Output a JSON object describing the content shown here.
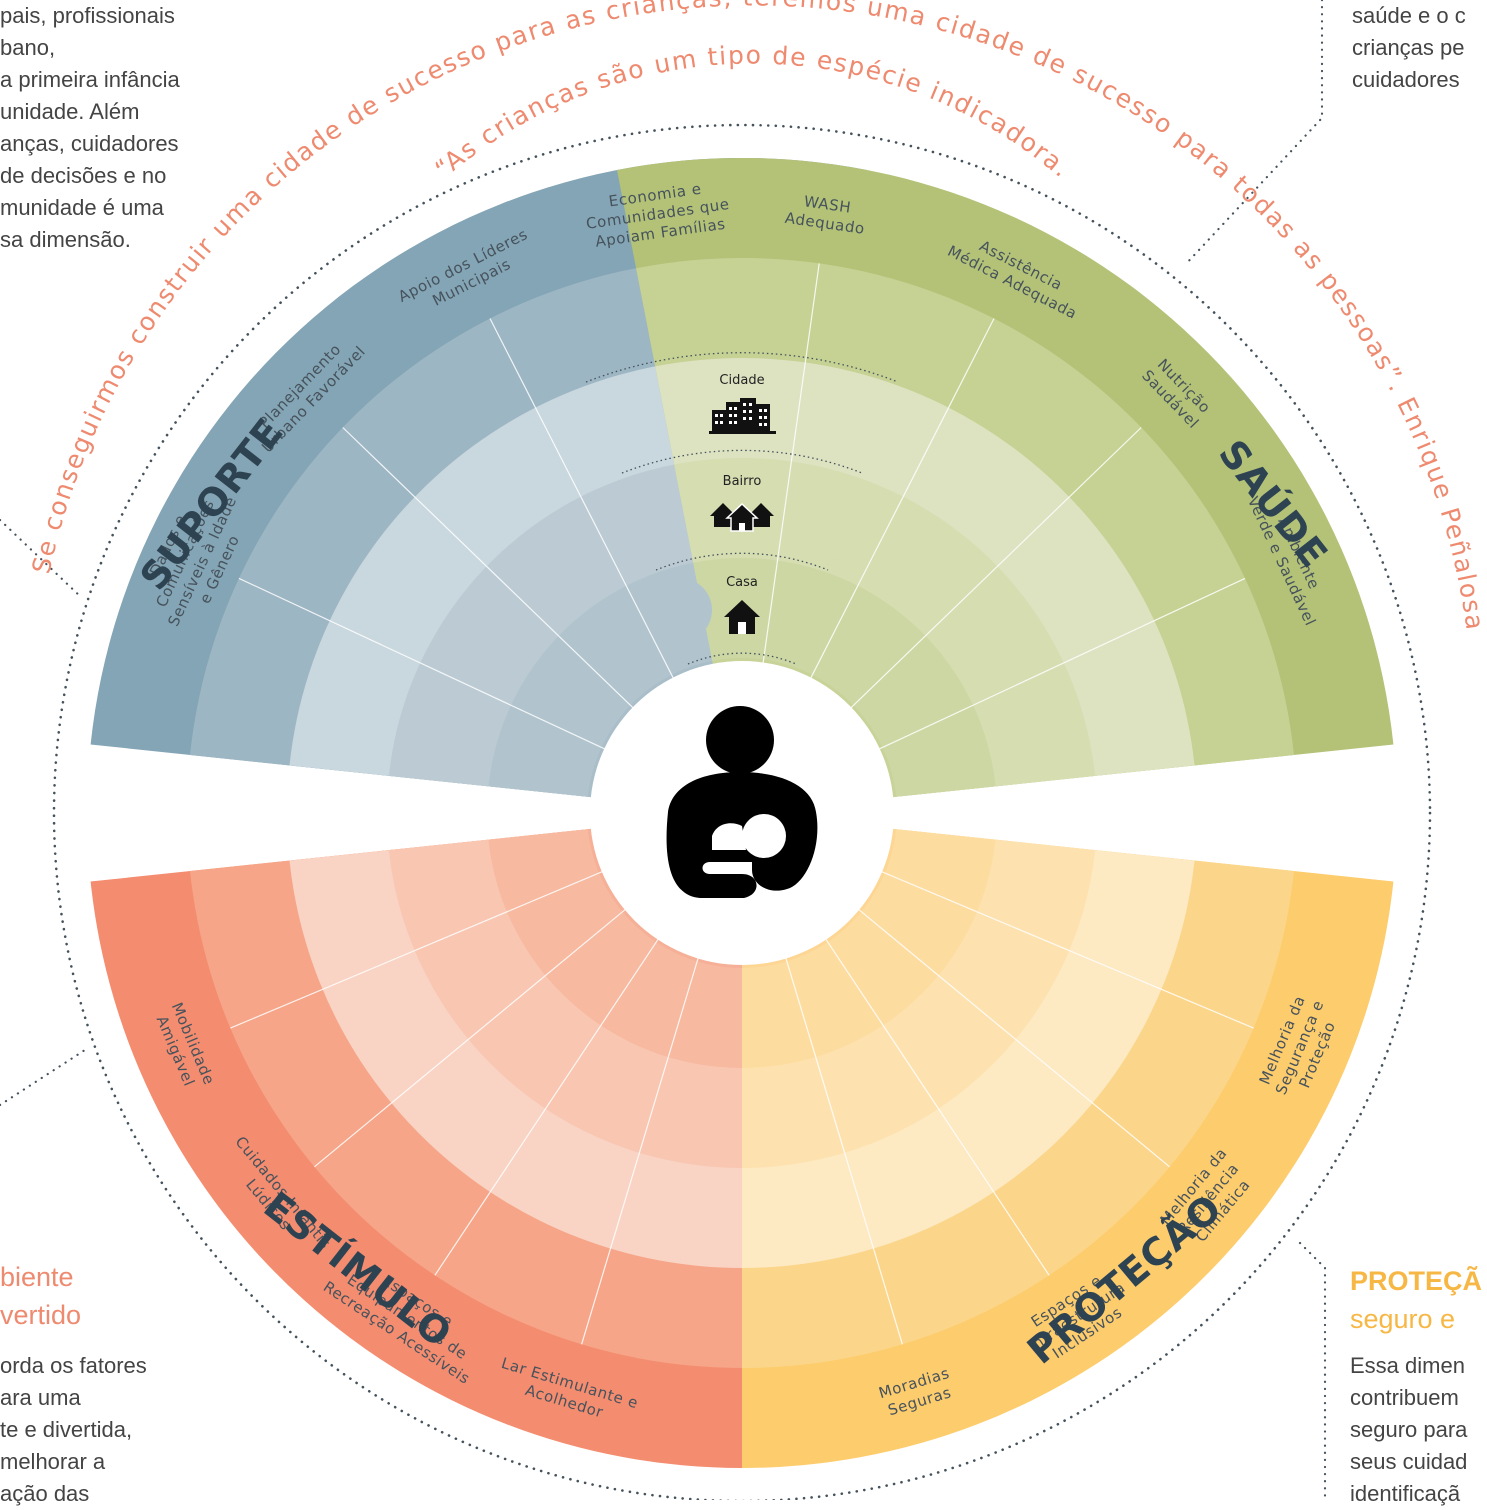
{
  "quote": {
    "inner": "“As crianças são um tipo de espécie indicadora.",
    "outer": "Se conseguirmos construir uma cidade de sucesso para as crianças, teremos uma cidade de sucesso para todas as pessoas”. Enrique Peñalosa"
  },
  "dimensions": [
    {
      "key": "suporte",
      "title": "SUPORTE",
      "color": "#84a5b5",
      "rings": [
        "#9db6c3",
        "#c9d7de",
        "#bccbd3",
        "#b1c4ce",
        "#a9bec9"
      ],
      "segments": [
        [
          "Dados e",
          "Comunicações",
          "Sensíveis à Idade",
          "e Gênero"
        ],
        [
          "Planejamento",
          "Urbano Favorável"
        ],
        [
          "Apoio dos Líderes",
          "Municipais"
        ],
        [
          "Economia e",
          "Comunidades que",
          "Apoiam Famílias"
        ]
      ]
    },
    {
      "key": "saude",
      "title": "SAÚDE",
      "color": "#b3c277",
      "rings": [
        "#c6d194",
        "#dde3c1",
        "#d5ddb1",
        "#cdd7a3",
        "#c8d399"
      ],
      "segments": [
        [
          "WASH",
          "Adequado"
        ],
        [
          "Assistência",
          "Médica Adequada"
        ],
        [
          "Nutrição",
          "Saudável"
        ],
        [
          "Ambiente",
          "Verde e Saudável"
        ]
      ]
    },
    {
      "key": "protecao",
      "title": "PROTEÇÃO",
      "color": "#fccc6d",
      "rings": [
        "#fbd68a",
        "#fde9c2",
        "#fde2b0",
        "#fddca0",
        "#fdd694"
      ],
      "segments": [
        [
          "Melhoria da",
          "Segurança e",
          "Proteção"
        ],
        [
          "Melhoria da",
          "Resiliência",
          "Climática"
        ],
        [
          "Espaços e",
          "Infraestrutura",
          "Inclusivos"
        ],
        [
          "Moradias",
          "Seguras"
        ]
      ]
    },
    {
      "key": "estimulo",
      "title": "ESTÍMULO",
      "color": "#f48c6f",
      "rings": [
        "#f6a588",
        "#f9d3c3",
        "#f8c6b1",
        "#f7b9a0",
        "#f6b097"
      ],
      "segments": [
        [
          "Lar Estimulante e",
          "Acolhedor"
        ],
        [
          "Espaços e",
          "Equipamentos de",
          "Recreação Acessíveis"
        ],
        [
          "Cuidados Infantis",
          "Lúdicos"
        ],
        [
          "Mobilidade",
          "Amigável"
        ]
      ]
    }
  ],
  "levels": [
    "Cidade",
    "Bairro",
    "Casa"
  ],
  "icons": {
    "center": "breastfeeding-icon",
    "cidade": "buildings-icon",
    "bairro": "houses-icon",
    "casa": "house-icon"
  },
  "side_text": {
    "top_left": [
      "pais, profissionais",
      "bano,",
      "a primeira infância",
      "unidade. Além",
      "anças, cuidadores",
      "de decisões e no",
      "munidade é uma",
      "sa dimensão."
    ],
    "top_right": [
      "saúde e o c",
      "crianças pe",
      "cuidadores"
    ],
    "bottom_left_title": [
      "biente",
      "vertido"
    ],
    "bottom_left": [
      "orda os fatores",
      "ara uma",
      "te e divertida,",
      "melhorar a",
      "ação das"
    ],
    "bottom_right_title": [
      "PROTEÇÃ",
      "seguro e"
    ],
    "bottom_right": [
      "Essa dimen",
      "contribuem",
      "seguro para",
      "seus cuidad",
      "identificaçã"
    ]
  },
  "colors": {
    "quote": "#ee8a6f",
    "dim_title": "#2e4352",
    "side_title_left": "#ee8a6f",
    "side_title_right": "#f7b744",
    "dotted": "#44525c"
  }
}
